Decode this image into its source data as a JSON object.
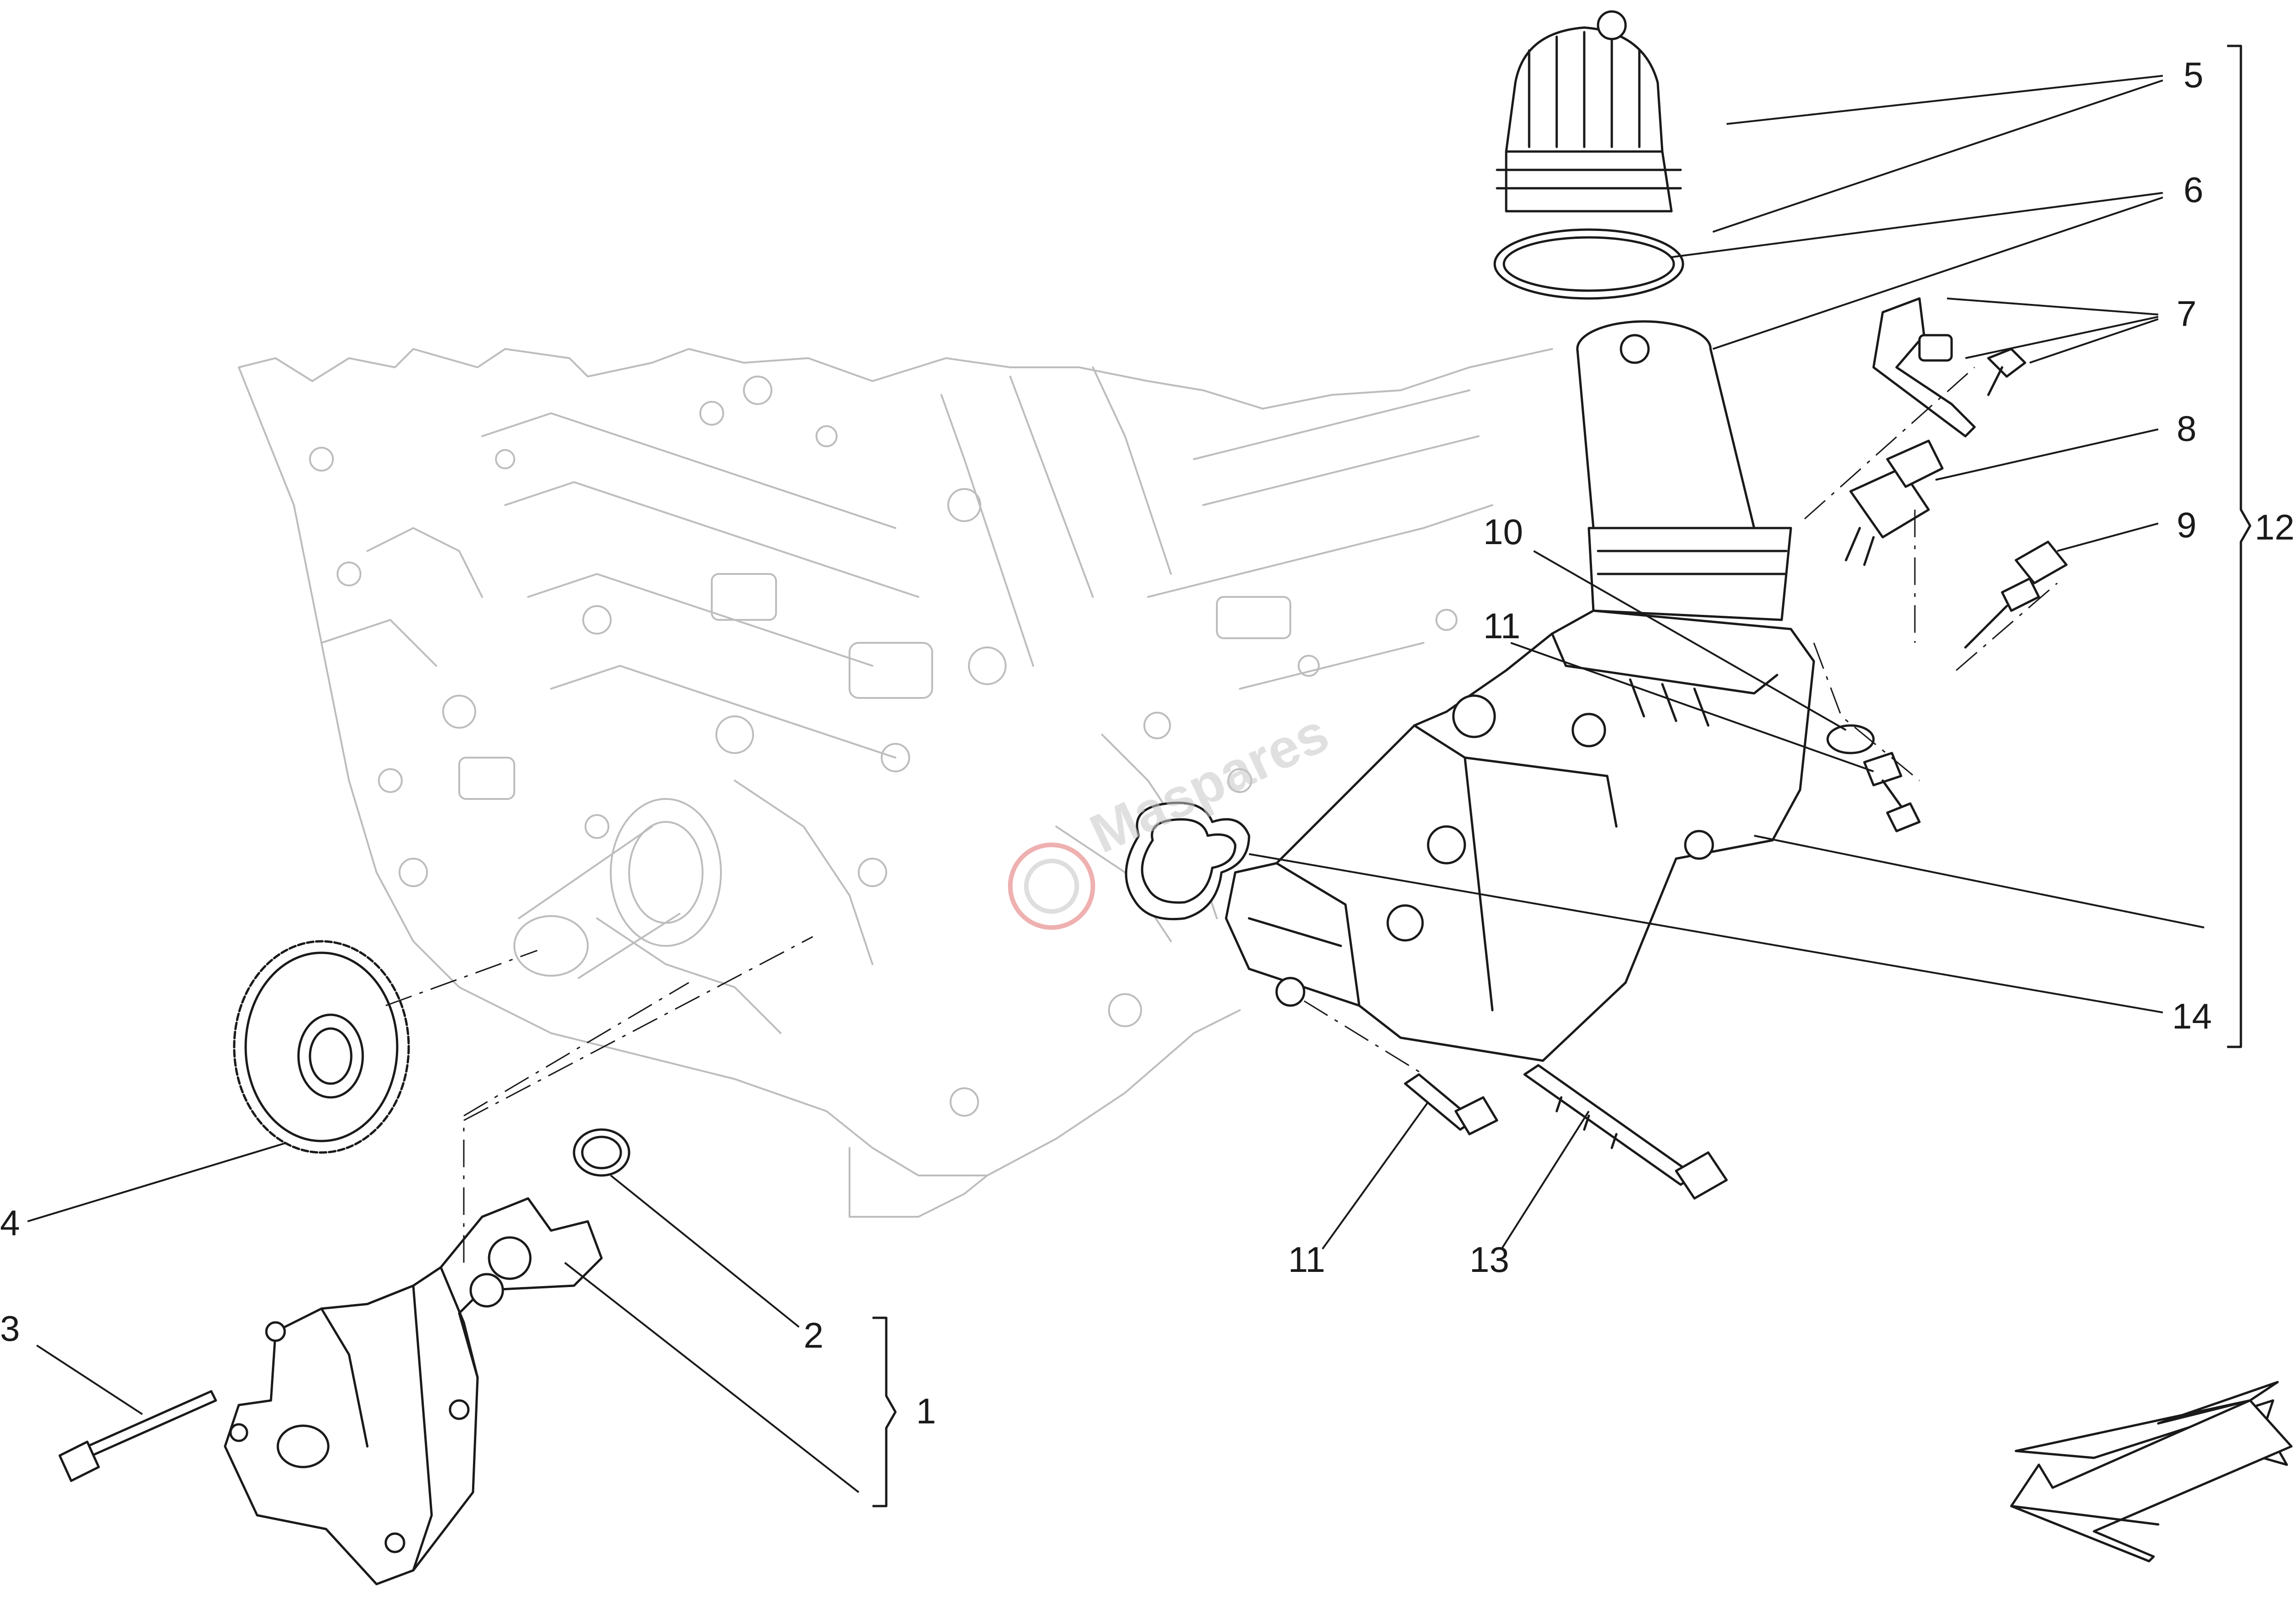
{
  "callouts": {
    "c1": "1",
    "c2": "2",
    "c3": "3",
    "c4": "4",
    "c5": "5",
    "c6": "6",
    "c7": "7",
    "c8": "8",
    "c9": "9",
    "c10": "10",
    "c11a": "11",
    "c11b": "11",
    "c12": "12",
    "c13": "13",
    "c14": "14"
  },
  "watermark": {
    "text": "Maspares"
  },
  "colors": {
    "line": "#1a1a1a",
    "engine": "#bdbdbd",
    "background": "#ffffff",
    "watermark_accent": "#d63a3a"
  },
  "icons": {
    "direction": "arrow-down-left-icon"
  }
}
